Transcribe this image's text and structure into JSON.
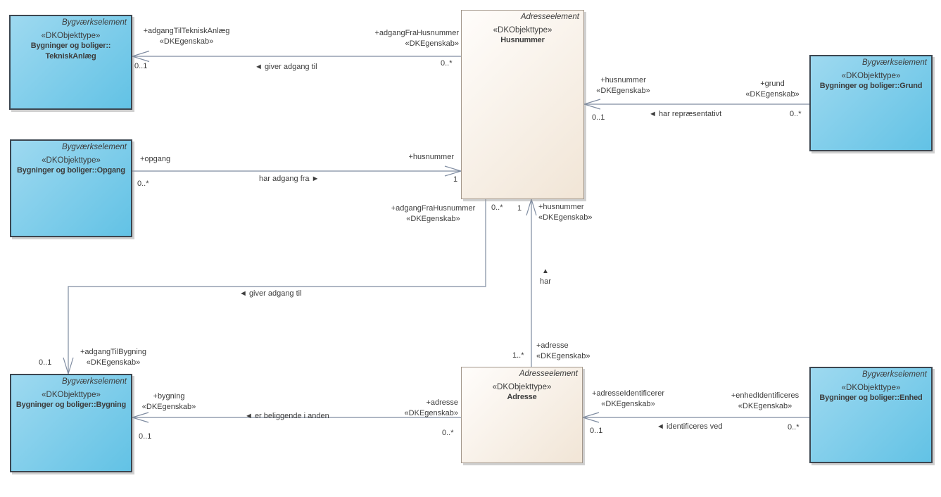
{
  "colors": {
    "blue_light": "#9ed9f0",
    "blue_dark": "#62c2e5",
    "cream_light": "#fffdfb",
    "cream_dark": "#f1e5d6",
    "connector": "#7f8ca1",
    "text": "#3d3d3d"
  },
  "classes": {
    "tekniskanlaeg": {
      "frame": "Bygværkselement",
      "stereotype": "«DKObjekttype»",
      "name": [
        "Bygninger og boliger::",
        "TekniskAnlæg"
      ]
    },
    "husnummer": {
      "frame": "Adresseelement",
      "stereotype": "«DKObjekttype»",
      "name": "Husnummer"
    },
    "grund": {
      "frame": "Bygværkselement",
      "stereotype": "«DKObjekttype»",
      "name": "Bygninger og boliger::Grund"
    },
    "opgang": {
      "frame": "Bygværkselement",
      "stereotype": "«DKObjekttype»",
      "name": "Bygninger og boliger::Opgang"
    },
    "bygning": {
      "frame": "Bygværkselement",
      "stereotype": "«DKObjekttype»",
      "name": "Bygninger og boliger::Bygning"
    },
    "adresse": {
      "frame": "Adresseelement",
      "stereotype": "«DKObjekttype»",
      "name": "Adresse"
    },
    "enhed": {
      "frame": "Bygværkselement",
      "stereotype": "«DKObjekttype»",
      "name": "Bygninger og boliger::Enhed"
    }
  },
  "edges": {
    "teknisk_adgang": {
      "src_role": "+adgangTilTekniskAnlæg",
      "src_st": "«DKEgenskab»",
      "src_mult": "0..1",
      "name": "◄ giver adgang til",
      "tgt_role": "+adgangFraHusnummer",
      "tgt_st": "«DKEgenskab»",
      "tgt_mult": "0..*"
    },
    "opgang_adgang": {
      "src_role": "+opgang",
      "src_mult": "0..*",
      "name": "har adgang fra ►",
      "tgt_role": "+husnummer",
      "tgt_mult": "1"
    },
    "grund_repr": {
      "src_role": "+husnummer",
      "src_st": "«DKEgenskab»",
      "src_mult": "0..1",
      "name": "◄ har repræsentativt",
      "tgt_role": "+grund",
      "tgt_st": "«DKEgenskab»",
      "tgt_mult": "0..*"
    },
    "bygning_adgang": {
      "src_role": "+adgangFraHusnummer",
      "src_st": "«DKEgenskab»",
      "src_mult": "0..*",
      "name": "◄ giver adgang til",
      "tgt_role": "+adgangTilBygning",
      "tgt_st": "«DKEgenskab»",
      "tgt_mult": "0..1"
    },
    "har": {
      "src_mult": "1",
      "src_role": "+husnummer",
      "src_st": "«DKEgenskab»",
      "arrow": "▲",
      "name": "har",
      "tgt_mult": "1..*",
      "tgt_role": "+adresse",
      "tgt_st": "«DKEgenskab»"
    },
    "beliggende": {
      "src_role": "+bygning",
      "src_st": "«DKEgenskab»",
      "src_mult": "0..1",
      "name": "◄ er beliggende i anden",
      "tgt_role": "+adresse",
      "tgt_st": "«DKEgenskab»",
      "tgt_mult": "0..*"
    },
    "identificeres": {
      "src_role": "+adresseIdentificerer",
      "src_st": "«DKEgenskab»",
      "src_mult": "0..1",
      "name": "◄ identificeres ved",
      "tgt_role": "+enhedIdentificeres",
      "tgt_st": "«DKEgenskab»",
      "tgt_mult": "0..*"
    }
  }
}
